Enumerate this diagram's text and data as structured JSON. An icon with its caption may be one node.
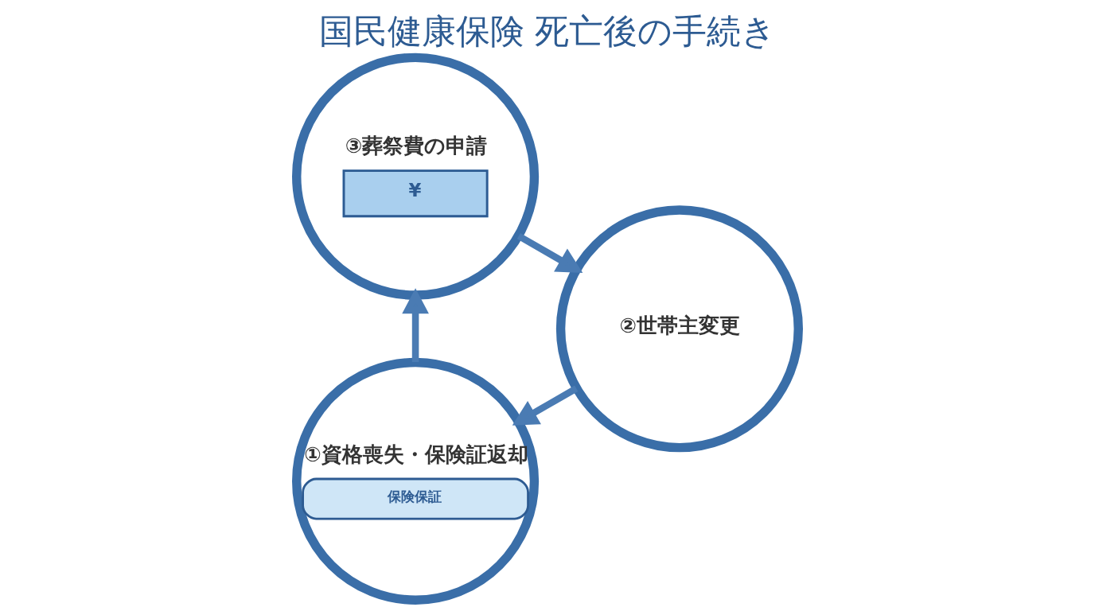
{
  "diagram": {
    "title": "国民健康保険 死亡後の手続き",
    "nodes": [
      {
        "text": [
          "①資格喪失・保険証返却",
          "保険保証"
        ]
      },
      {
        "text": [
          "②世帯主変更"
        ]
      },
      {
        "text": [
          "③葬祭費の申請",
          "¥"
        ]
      }
    ],
    "edges": [
      {
        "from": 0,
        "to": 2,
        "arrow": "to"
      },
      {
        "from": 2,
        "to": 1,
        "arrow": "to"
      },
      {
        "from": 1,
        "to": 0,
        "arrow": "to"
      }
    ]
  }
}
